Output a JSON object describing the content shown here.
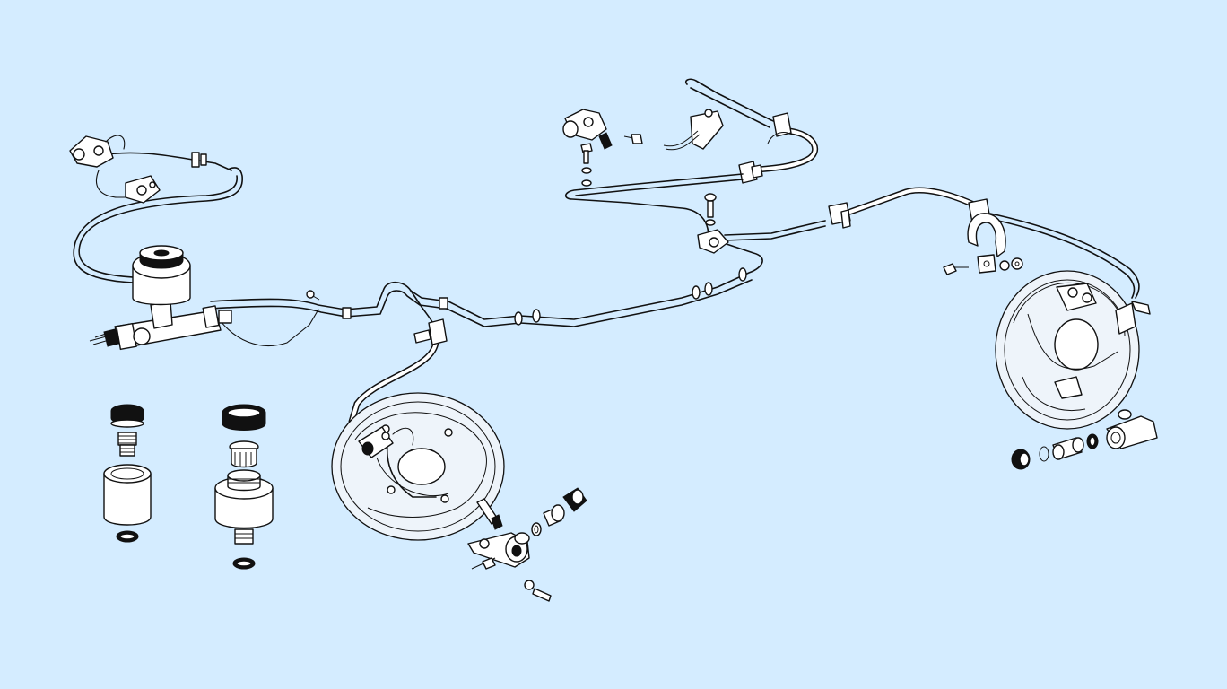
{
  "diagram": {
    "background_color": "#d4ecff",
    "line_color": "#111111",
    "components": [
      {
        "id": "master-cylinder",
        "icon": "master-cylinder-icon"
      },
      {
        "id": "fluid-reservoir",
        "icon": "reservoir-icon"
      },
      {
        "id": "front-brake-line",
        "icon": "brake-pipe-icon"
      },
      {
        "id": "front-left-backplate",
        "icon": "brake-backplate-icon"
      },
      {
        "id": "front-wheel-cylinder-parts",
        "icon": "wheel-cylinder-icon"
      },
      {
        "id": "rear-hose-and-bracket",
        "icon": "brake-hose-icon"
      },
      {
        "id": "rear-right-backplate",
        "icon": "brake-backplate-icon"
      },
      {
        "id": "rear-wheel-cylinder-parts",
        "icon": "wheel-cylinder-icon"
      },
      {
        "id": "reservoir-variant-a",
        "icon": "reservoir-icon"
      },
      {
        "id": "reservoir-variant-b",
        "icon": "reservoir-icon"
      }
    ]
  }
}
